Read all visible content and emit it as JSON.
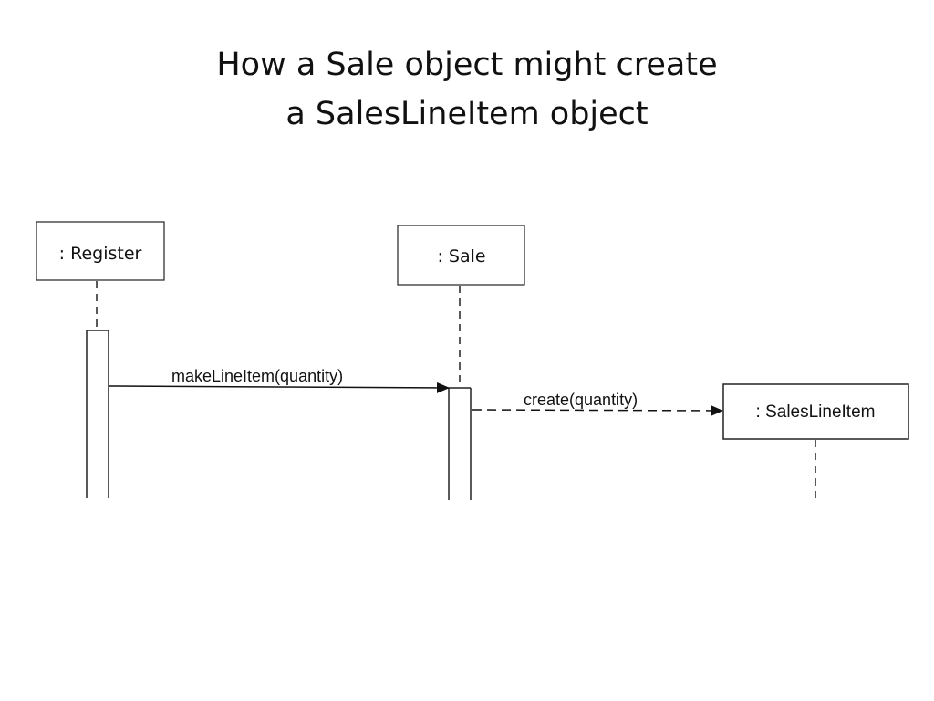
{
  "slide": {
    "title_line1": "How a Sale object might create",
    "title_line2": "a SalesLineItem object"
  },
  "diagram": {
    "register_label": ": Register",
    "sale_label": ": Sale",
    "saleslineitem_label": ": SalesLineItem",
    "message_make": "makeLineItem(quantity)",
    "message_create": "create(quantity)"
  }
}
